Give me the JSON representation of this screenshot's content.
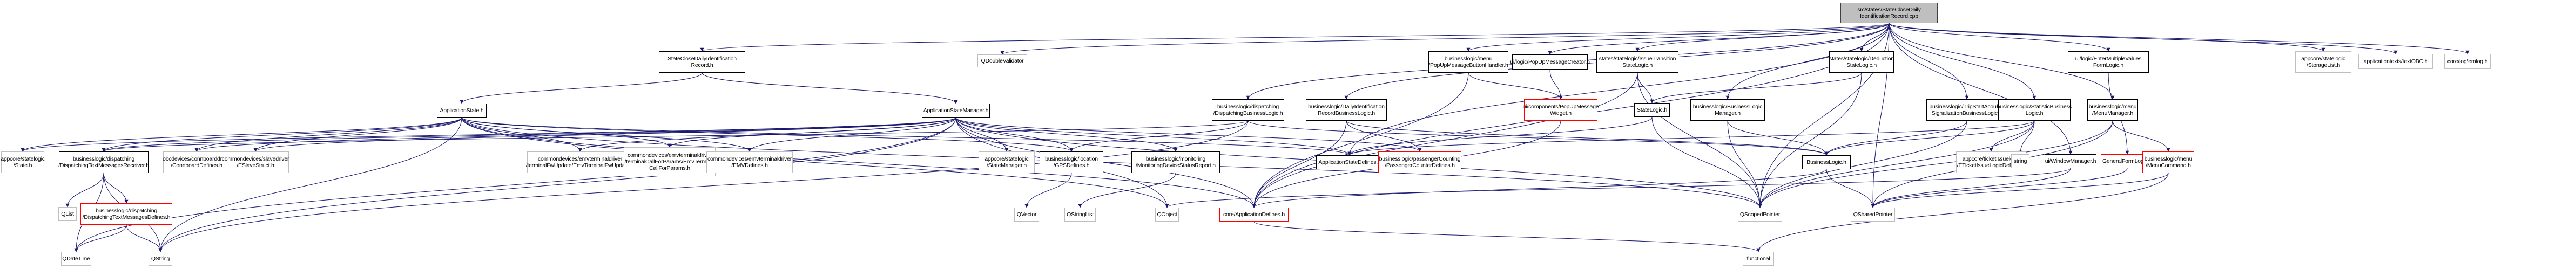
{
  "graph": {
    "title": "src/states/StateCloseDailyIdentificationRecord.cpp include dependency graph",
    "edge_color": "#191970",
    "node_style_colors": {
      "root_fill": "#bfbfbf",
      "documented_border": "#000000",
      "external_border": "#bfbfbf",
      "undocumented_border": "#ff0000"
    },
    "nodes": [
      {
        "id": "root",
        "label": "src/states/StateCloseDaily\nIdentificationRecord.cpp",
        "kind": "root"
      },
      {
        "id": "sc_rec",
        "label": "StateCloseDailyIdentification\nRecord.h",
        "kind": "documented"
      },
      {
        "id": "qdv",
        "label": "QDoubleValidator",
        "kind": "external"
      },
      {
        "id": "pumbh",
        "label": "businesslogic/menu\n/PopUpMessageButtonHandler.h",
        "kind": "documented"
      },
      {
        "id": "pumc",
        "label": "ui/logic/PopUpMessageCreator.h",
        "kind": "documented"
      },
      {
        "id": "istl",
        "label": "states/statelogic/IssueTransition\nStateLogic.h",
        "kind": "documented"
      },
      {
        "id": "dsl",
        "label": "states/statelogic/Deduction\nStateLogic.h",
        "kind": "documented"
      },
      {
        "id": "emvfl",
        "label": "ui/logic/EnterMultipleValues\nFormLogic.h",
        "kind": "documented"
      },
      {
        "id": "storage",
        "label": "appcore/statelogic\n/StorageList.h",
        "kind": "external"
      },
      {
        "id": "textobc",
        "label": "applicationtexts/textOBC.h",
        "kind": "external"
      },
      {
        "id": "emlog",
        "label": "core/log/emlog.h",
        "kind": "external"
      },
      {
        "id": "appstate",
        "label": "ApplicationState.h",
        "kind": "documented"
      },
      {
        "id": "asm",
        "label": "ApplicationStateManager.h",
        "kind": "documented"
      },
      {
        "id": "dbl",
        "label": "businesslogic/dispatching\n/DispatchingBusinessLogic.h",
        "kind": "documented"
      },
      {
        "id": "dirbl",
        "label": "businesslogic/DailyIdentification\nRecordBusinessLogic.h",
        "kind": "documented"
      },
      {
        "id": "pumw",
        "label": "ui/components/PopUpMessage\nWidget.h",
        "kind": "undocumented"
      },
      {
        "id": "statelogic",
        "label": "StateLogic.h",
        "kind": "documented"
      },
      {
        "id": "blm",
        "label": "businesslogic/BusinessLogic\nManager.h",
        "kind": "documented"
      },
      {
        "id": "tsas",
        "label": "businesslogic/TripStartAcoustic\nSignalizationBusinessLogic.h",
        "kind": "documented"
      },
      {
        "id": "sbl",
        "label": "businesslogic/StatisticBusiness\nLogic.h",
        "kind": "documented"
      },
      {
        "id": "menumgr",
        "label": "businesslogic/menu\n/MenuManager.h",
        "kind": "documented"
      },
      {
        "id": "state",
        "label": "appcore/statelogic\n/State.h",
        "kind": "external"
      },
      {
        "id": "dtmr",
        "label": "businesslogic/dispatching\n/DispatchingTextMessagesReceiver.h",
        "kind": "documented"
      },
      {
        "id": "connb",
        "label": "obcdevices/connboarddriver\n/ConnboardDefines.h",
        "kind": "external"
      },
      {
        "id": "eslave",
        "label": "commondevices/slavedriver\n/ESlaveStruct.h",
        "kind": "external"
      },
      {
        "id": "emvfw",
        "label": "commondevices/emvterminaldriver\n/terminalFwUpdate/EmvTerminalFwUpdate.h",
        "kind": "external"
      },
      {
        "id": "emvcfp",
        "label": "commondevices/emvterminaldriver\n/terminalCallForParams/EmvTerminal\nCallForParams.h",
        "kind": "external"
      },
      {
        "id": "emvdef",
        "label": "commondevices/emvterminaldriver\n/EMVDefines.h",
        "kind": "external"
      },
      {
        "id": "statemgr",
        "label": "appcore/statelogic\n/StateManager.h",
        "kind": "external"
      },
      {
        "id": "gps",
        "label": "businesslogic/location\n/GPSDefines.h",
        "kind": "documented"
      },
      {
        "id": "mdsr",
        "label": "businesslogic/monitoring\n/MonitoringDeviceStatusReport.h",
        "kind": "documented"
      },
      {
        "id": "asdef",
        "label": "ApplicationStateDefines.h",
        "kind": "documented"
      },
      {
        "id": "pcdef",
        "label": "businesslogic/passengerCounting\n/PassengerCounterDefines.h",
        "kind": "undocumented"
      },
      {
        "id": "bl",
        "label": "BusinessLogic.h",
        "kind": "documented"
      },
      {
        "id": "etick",
        "label": "appcore/ticketissuelogic\n/ETicketIssueLogicDefines.h",
        "kind": "external"
      },
      {
        "id": "string",
        "label": "string",
        "kind": "external"
      },
      {
        "id": "winmgr",
        "label": "ui/WindowManager.h",
        "kind": "documented"
      },
      {
        "id": "gfl",
        "label": "GeneralFormLogic.h",
        "kind": "undocumented"
      },
      {
        "id": "menucmd",
        "label": "businesslogic/menu\n/MenuCommand.h",
        "kind": "undocumented"
      },
      {
        "id": "qlist",
        "label": "QList",
        "kind": "external"
      },
      {
        "id": "dtmd",
        "label": "businesslogic/dispatching\n/DispatchingTextMessagesDefines.h",
        "kind": "undocumented"
      },
      {
        "id": "qvector",
        "label": "QVector",
        "kind": "external"
      },
      {
        "id": "qstringlist",
        "label": "QStringList",
        "kind": "external"
      },
      {
        "id": "qobject",
        "label": "QObject",
        "kind": "external"
      },
      {
        "id": "appdef",
        "label": "core/ApplicationDefines.h",
        "kind": "undocumented"
      },
      {
        "id": "qscoped",
        "label": "QScopedPointer",
        "kind": "external"
      },
      {
        "id": "qshared",
        "label": "QSharedPointer",
        "kind": "external"
      },
      {
        "id": "qdatetime",
        "label": "QDateTime",
        "kind": "external"
      },
      {
        "id": "qstring",
        "label": "QString",
        "kind": "external"
      },
      {
        "id": "functional",
        "label": "functional",
        "kind": "external"
      }
    ],
    "edges": [
      [
        "root",
        "sc_rec"
      ],
      [
        "root",
        "qdv"
      ],
      [
        "root",
        "pumbh"
      ],
      [
        "root",
        "pumc"
      ],
      [
        "root",
        "istl"
      ],
      [
        "root",
        "dsl"
      ],
      [
        "root",
        "emvfl"
      ],
      [
        "root",
        "storage"
      ],
      [
        "root",
        "textobc"
      ],
      [
        "root",
        "emlog"
      ],
      [
        "root",
        "dbl"
      ],
      [
        "root",
        "dirbl"
      ],
      [
        "root",
        "blm"
      ],
      [
        "root",
        "tsas"
      ],
      [
        "root",
        "sbl"
      ],
      [
        "root",
        "menumgr"
      ],
      [
        "root",
        "winmgr"
      ],
      [
        "root",
        "asdef"
      ],
      [
        "root",
        "appdef"
      ],
      [
        "root",
        "qscoped"
      ],
      [
        "root",
        "qshared"
      ],
      [
        "sc_rec",
        "appstate"
      ],
      [
        "sc_rec",
        "asm"
      ],
      [
        "appstate",
        "state"
      ],
      [
        "appstate",
        "dtmr"
      ],
      [
        "appstate",
        "connb"
      ],
      [
        "appstate",
        "eslave"
      ],
      [
        "appstate",
        "emvfw"
      ],
      [
        "appstate",
        "emvcfp"
      ],
      [
        "appstate",
        "emvdef"
      ],
      [
        "appstate",
        "gps"
      ],
      [
        "appstate",
        "asdef"
      ],
      [
        "appstate",
        "qobject"
      ],
      [
        "appstate",
        "qscoped"
      ],
      [
        "appstate",
        "qstring"
      ],
      [
        "appstate",
        "appdef"
      ],
      [
        "asm",
        "state"
      ],
      [
        "asm",
        "dtmr"
      ],
      [
        "asm",
        "connb"
      ],
      [
        "asm",
        "eslave"
      ],
      [
        "asm",
        "emvfw"
      ],
      [
        "asm",
        "emvcfp"
      ],
      [
        "asm",
        "emvdef"
      ],
      [
        "asm",
        "statemgr"
      ],
      [
        "asm",
        "gps"
      ],
      [
        "asm",
        "mdsr"
      ],
      [
        "asm",
        "asdef"
      ],
      [
        "asm",
        "pcdef"
      ],
      [
        "asm",
        "qobject"
      ],
      [
        "asm",
        "qscoped"
      ],
      [
        "asm",
        "qdatetime"
      ],
      [
        "asm",
        "qstring"
      ],
      [
        "asm",
        "appdef"
      ],
      [
        "dbl",
        "dtmr"
      ],
      [
        "dbl",
        "gps"
      ],
      [
        "dbl",
        "bl"
      ],
      [
        "dbl",
        "qstring"
      ],
      [
        "dirbl",
        "bl"
      ],
      [
        "dirbl",
        "appdef"
      ],
      [
        "dirbl",
        "pcdef"
      ],
      [
        "pumbh",
        "pumw"
      ],
      [
        "pumbh",
        "appdef"
      ],
      [
        "pumc",
        "pumw"
      ],
      [
        "pumw",
        "appdef"
      ],
      [
        "istl",
        "statelogic"
      ],
      [
        "istl",
        "appdef"
      ],
      [
        "istl",
        "qscoped"
      ],
      [
        "dsl",
        "statelogic"
      ],
      [
        "dsl",
        "qscoped"
      ],
      [
        "statelogic",
        "asdef"
      ],
      [
        "statelogic",
        "qscoped"
      ],
      [
        "blm",
        "bl"
      ],
      [
        "blm",
        "qscoped"
      ],
      [
        "tsas",
        "bl"
      ],
      [
        "tsas",
        "qscoped"
      ],
      [
        "sbl",
        "bl"
      ],
      [
        "sbl",
        "etick"
      ],
      [
        "sbl",
        "string"
      ],
      [
        "sbl",
        "asdef"
      ],
      [
        "sbl",
        "qscoped"
      ],
      [
        "menumgr",
        "menucmd"
      ],
      [
        "menumgr",
        "qshared"
      ],
      [
        "menumgr",
        "qscoped"
      ],
      [
        "emvfl",
        "gfl"
      ],
      [
        "gfl",
        "qshared"
      ],
      [
        "menucmd",
        "functional"
      ],
      [
        "menucmd",
        "qshared"
      ],
      [
        "winmgr",
        "qshared"
      ],
      [
        "winmgr",
        "qobject"
      ],
      [
        "bl",
        "appdef"
      ],
      [
        "bl",
        "qshared"
      ],
      [
        "dtmr",
        "qlist"
      ],
      [
        "dtmr",
        "dtmd"
      ],
      [
        "dtmr",
        "qstring"
      ],
      [
        "dtmr",
        "qdatetime"
      ],
      [
        "dtmd",
        "qdatetime"
      ],
      [
        "dtmd",
        "qstring"
      ],
      [
        "gps",
        "qvector"
      ],
      [
        "mdsr",
        "qstringlist"
      ],
      [
        "appdef",
        "functional"
      ]
    ]
  }
}
